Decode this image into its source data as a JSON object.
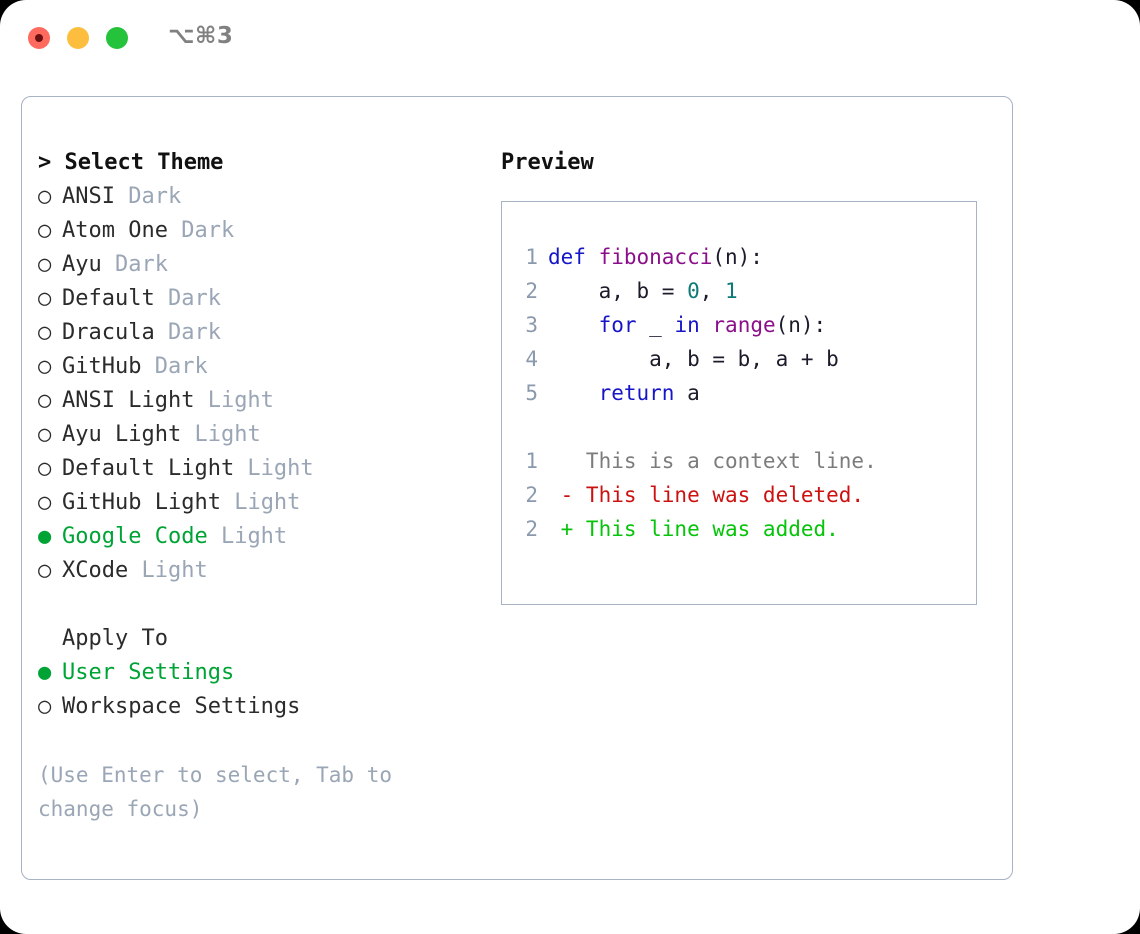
{
  "window": {
    "shortcut": "⌥⌘3",
    "traffic_lights": [
      {
        "name": "close",
        "color": "#ff6a5e"
      },
      {
        "name": "minimize",
        "color": "#fdbe3f"
      },
      {
        "name": "maximize",
        "color": "#25c33b"
      }
    ],
    "border_color": "#a7b2c2"
  },
  "theme_selector": {
    "header": "> Select Theme",
    "bullet_unselected": "○",
    "bullet_selected": "●",
    "selected_color": "#00a336",
    "tag_color": "#9aa6b5",
    "items": [
      {
        "name": "ANSI",
        "tag": "Dark",
        "selected": false
      },
      {
        "name": "Atom One",
        "tag": "Dark",
        "selected": false
      },
      {
        "name": "Ayu",
        "tag": "Dark",
        "selected": false
      },
      {
        "name": "Default",
        "tag": "Dark",
        "selected": false
      },
      {
        "name": "Dracula",
        "tag": "Dark",
        "selected": false
      },
      {
        "name": "GitHub",
        "tag": "Dark",
        "selected": false
      },
      {
        "name": "ANSI Light",
        "tag": "Light",
        "selected": false
      },
      {
        "name": "Ayu Light",
        "tag": "Light",
        "selected": false
      },
      {
        "name": "Default Light",
        "tag": "Light",
        "selected": false
      },
      {
        "name": "GitHub Light",
        "tag": "Light",
        "selected": false
      },
      {
        "name": "Google Code",
        "tag": "Light",
        "selected": true
      },
      {
        "name": "XCode",
        "tag": "Light",
        "selected": false
      }
    ]
  },
  "apply_to": {
    "header": "Apply To",
    "items": [
      {
        "name": "User Settings",
        "selected": true
      },
      {
        "name": "Workspace Settings",
        "selected": false
      }
    ]
  },
  "hint": "(Use Enter to select, Tab to change focus)",
  "preview": {
    "title": "Preview",
    "code_lines": [
      {
        "number": "1",
        "tokens": [
          {
            "text": "def ",
            "type": "kw"
          },
          {
            "text": "fibonacci",
            "type": "fn"
          },
          {
            "text": "(n):",
            "type": "txt"
          }
        ]
      },
      {
        "number": "2",
        "tokens": [
          {
            "text": "    a, b = ",
            "type": "txt"
          },
          {
            "text": "0",
            "type": "num"
          },
          {
            "text": ", ",
            "type": "txt"
          },
          {
            "text": "1",
            "type": "num"
          }
        ]
      },
      {
        "number": "3",
        "tokens": [
          {
            "text": "    ",
            "type": "txt"
          },
          {
            "text": "for",
            "type": "kw"
          },
          {
            "text": " _ ",
            "type": "txt"
          },
          {
            "text": "in",
            "type": "kw"
          },
          {
            "text": " ",
            "type": "txt"
          },
          {
            "text": "range",
            "type": "fn"
          },
          {
            "text": "(n):",
            "type": "txt"
          }
        ]
      },
      {
        "number": "4",
        "tokens": [
          {
            "text": "        a, b = b, a + b",
            "type": "txt"
          }
        ]
      },
      {
        "number": "5",
        "tokens": [
          {
            "text": "    ",
            "type": "txt"
          },
          {
            "text": "return",
            "type": "kw"
          },
          {
            "text": " a",
            "type": "txt"
          }
        ]
      }
    ],
    "diff_lines": [
      {
        "number": "1",
        "marker": " ",
        "text": "This is a context line.",
        "type": "ctx"
      },
      {
        "number": "2",
        "marker": "-",
        "text": "This line was deleted.",
        "type": "del"
      },
      {
        "number": "2",
        "marker": "+",
        "text": "This line was added.",
        "type": "add"
      }
    ]
  }
}
